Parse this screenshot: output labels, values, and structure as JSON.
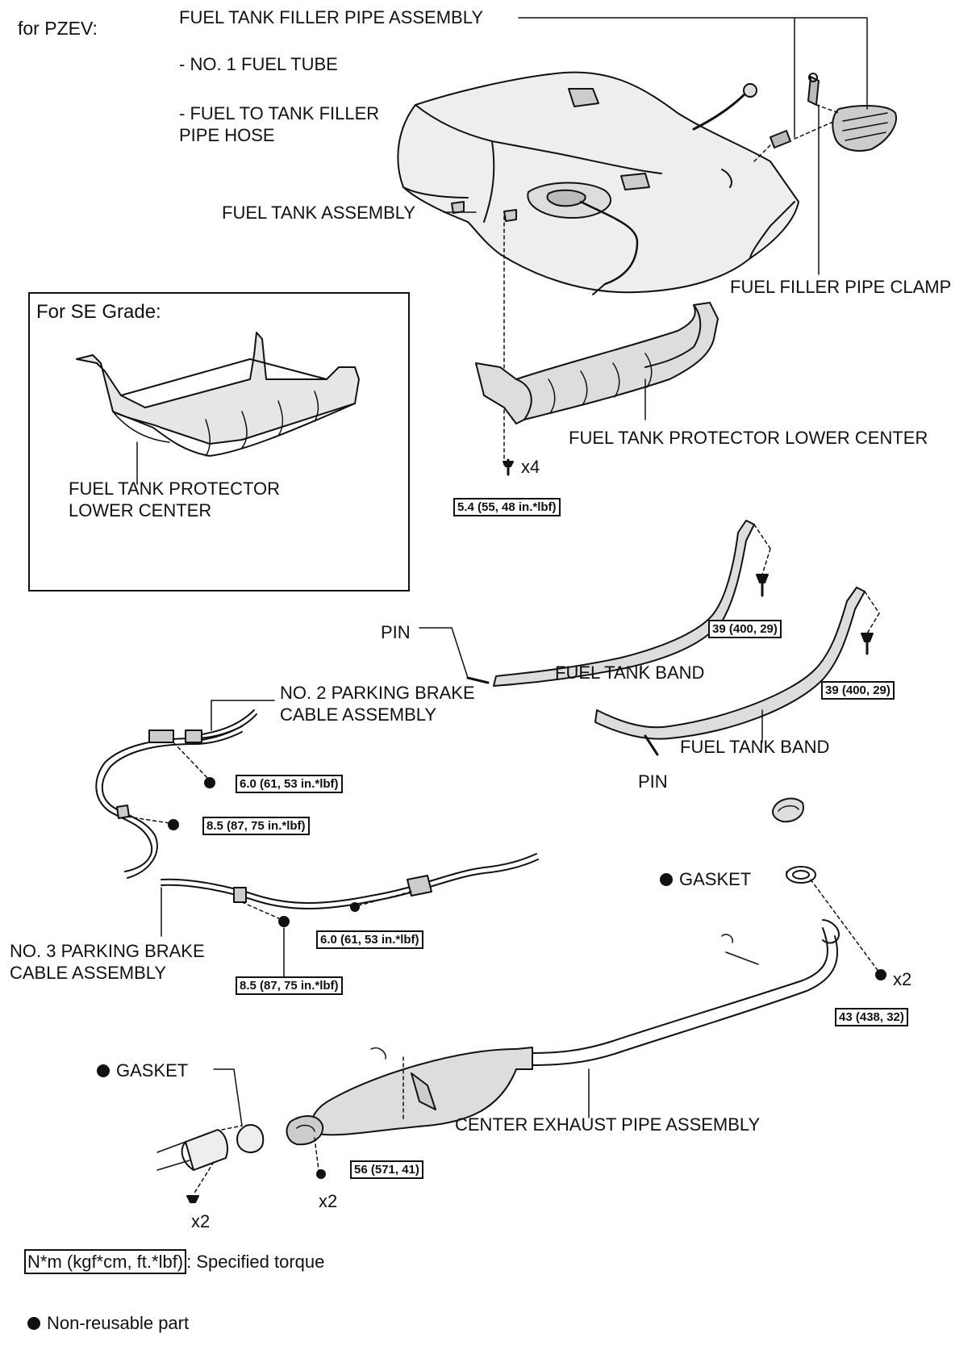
{
  "header": {
    "variant_label": "for PZEV:"
  },
  "labels": {
    "filler_pipe_assembly": "FUEL TANK FILLER PIPE ASSEMBLY",
    "no1_fuel_tube": "- NO. 1 FUEL TUBE",
    "fuel_to_tank_hose": "- FUEL TO TANK FILLER\nPIPE HOSE",
    "fuel_tank_assembly": "FUEL TANK ASSEMBLY",
    "fuel_filler_pipe_clamp": "FUEL FILLER PIPE CLAMP",
    "se_grade_title": "For SE Grade:",
    "se_protector": "FUEL TANK PROTECTOR\nLOWER CENTER",
    "protector_lower_center": "FUEL TANK PROTECTOR LOWER CENTER",
    "pin_upper": "PIN",
    "fuel_tank_band_upper": "FUEL TANK BAND",
    "fuel_tank_band_lower": "FUEL TANK BAND",
    "pin_lower": "PIN",
    "no2_parking_brake": "NO. 2 PARKING BRAKE\nCABLE ASSEMBLY",
    "no3_parking_brake": "NO. 3 PARKING BRAKE\nCABLE ASSEMBLY",
    "gasket_upper": "GASKET",
    "gasket_lower": "GASKET",
    "center_exhaust_pipe": "CENTER EXHAUST PIPE ASSEMBLY",
    "qty_x4": "x4",
    "qty_x2_right": "x2",
    "qty_x2_bottom_left": "x2",
    "qty_x2_bottom_mid": "x2"
  },
  "torques": {
    "protector_bolt": "5.4 (55, 48 in.*lbf)",
    "band_upper": "39 (400, 29)",
    "band_lower": "39 (400, 29)",
    "no2_cable_bolt": "6.0 (61, 53 in.*lbf)",
    "no2_cable_nut": "8.5 (87, 75 in.*lbf)",
    "no3_cable_bolt": "6.0 (61, 53 in.*lbf)",
    "no3_cable_nut": "8.5 (87, 75 in.*lbf)",
    "exhaust_front_nut": "43 (438, 32)",
    "exhaust_mid_nut": "56 (571, 41)"
  },
  "legend": {
    "torque_unit": "N*m (kgf*cm, ft.*lbf)",
    "torque_desc": ": Specified torque",
    "non_reusable": "Non-reusable part"
  }
}
